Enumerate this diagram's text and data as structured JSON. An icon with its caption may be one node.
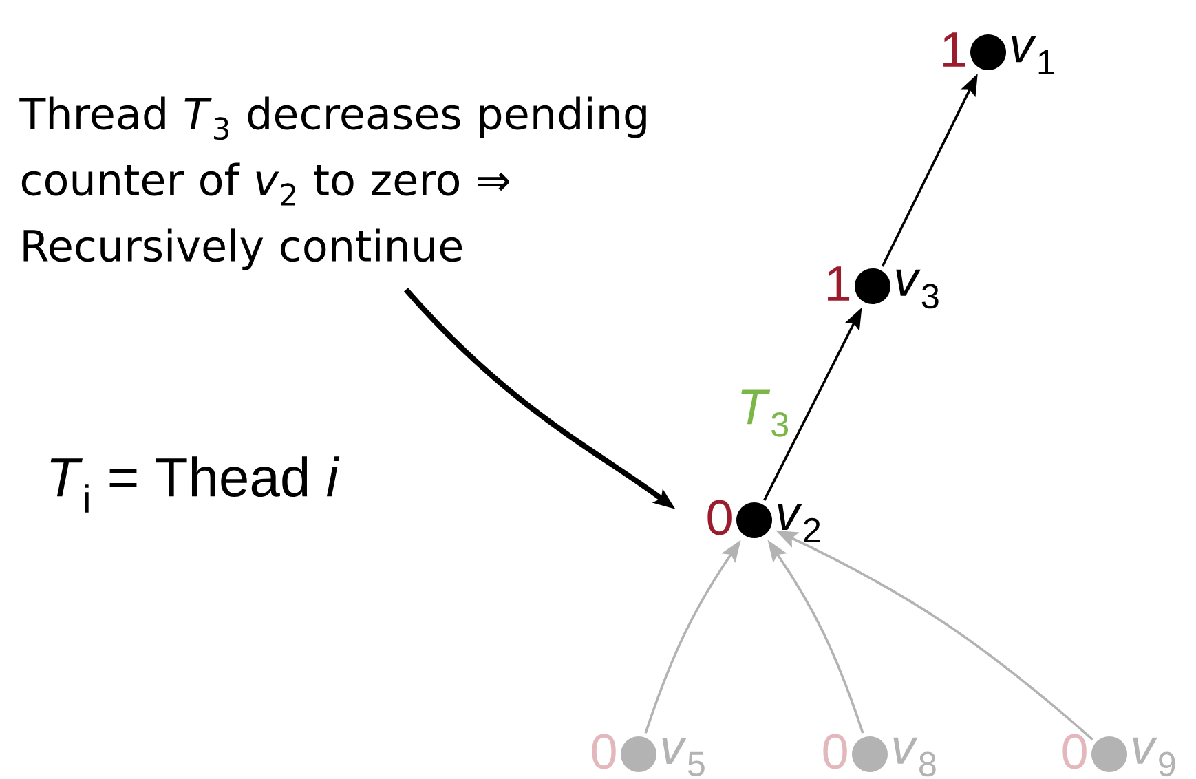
{
  "diagram": {
    "nodes": [
      {
        "text": [],
        "shape": "circle",
        "beside": [
          "1",
          "*v*$_{1}$"
        ]
      },
      {
        "text": [],
        "shape": "circle",
        "beside": [
          "1",
          "*v*$_{3}$"
        ]
      },
      {
        "text": [],
        "shape": "circle",
        "beside": [
          "0",
          "*v*$_{2}$"
        ]
      },
      {
        "text": [],
        "shape": "circle",
        "beside": [
          "0",
          "*v*$_{5}$"
        ]
      },
      {
        "text": [],
        "shape": "circle",
        "beside": [
          "0",
          "*v*$_{8}$"
        ]
      },
      {
        "text": [],
        "shape": "circle",
        "beside": [
          "0",
          "*v*$_{9}$"
        ]
      },
      {
        "text": [
          "Thread *T*$_{3}$ decreases pending counter of *v*$_{2}$ to zero ⇒ Recursively continue"
        ]
      }
    ],
    "edges": [
      {
        "from": 2,
        "to": 1,
        "arrow": "to",
        "label": "*T*$_{3}$"
      },
      {
        "from": 1,
        "to": 0,
        "arrow": "to"
      },
      {
        "from": 3,
        "to": 2,
        "arrow": "to",
        "color": "#b3b3b3"
      },
      {
        "from": 4,
        "to": 2,
        "arrow": "to",
        "color": "#b3b3b3"
      },
      {
        "from": 5,
        "to": 2,
        "arrow": "to",
        "color": "#b3b3b3"
      },
      {
        "from": 6,
        "to": 2,
        "arrow": "to",
        "style": "thick"
      }
    ],
    "labels": [
      "*T*$_{i}$ = Thead *i*"
    ]
  }
}
